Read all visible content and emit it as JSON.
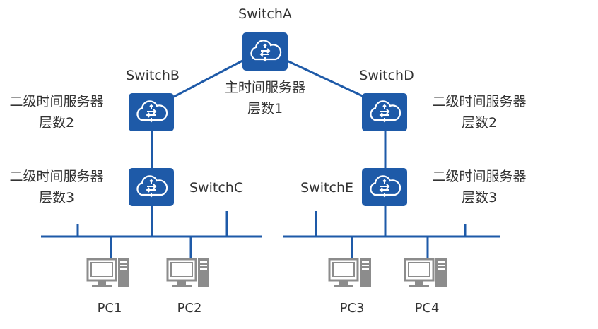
{
  "switches": {
    "a": {
      "name": "SwitchA",
      "role": "主时间服务器",
      "stratum": "层数1"
    },
    "b": {
      "name": "SwitchB",
      "role": "二级时间服务器",
      "stratum": "层数2"
    },
    "c": {
      "name": "SwitchC",
      "role": "二级时间服务器",
      "stratum": "层数3"
    },
    "d": {
      "name": "SwitchD",
      "role": "二级时间服务器",
      "stratum": "层数2"
    },
    "e": {
      "name": "SwitchE",
      "role": "二级时间服务器",
      "stratum": "层数3"
    }
  },
  "pcs": [
    "PC1",
    "PC2",
    "PC3",
    "PC4"
  ],
  "colors": {
    "switch": "#1e5aa8",
    "link": "#1e5aa8",
    "pc": "#8c8c8c",
    "text": "#333333"
  },
  "icons": {
    "switch": "switch-cloud-icon",
    "pc": "desktop-pc-icon"
  }
}
